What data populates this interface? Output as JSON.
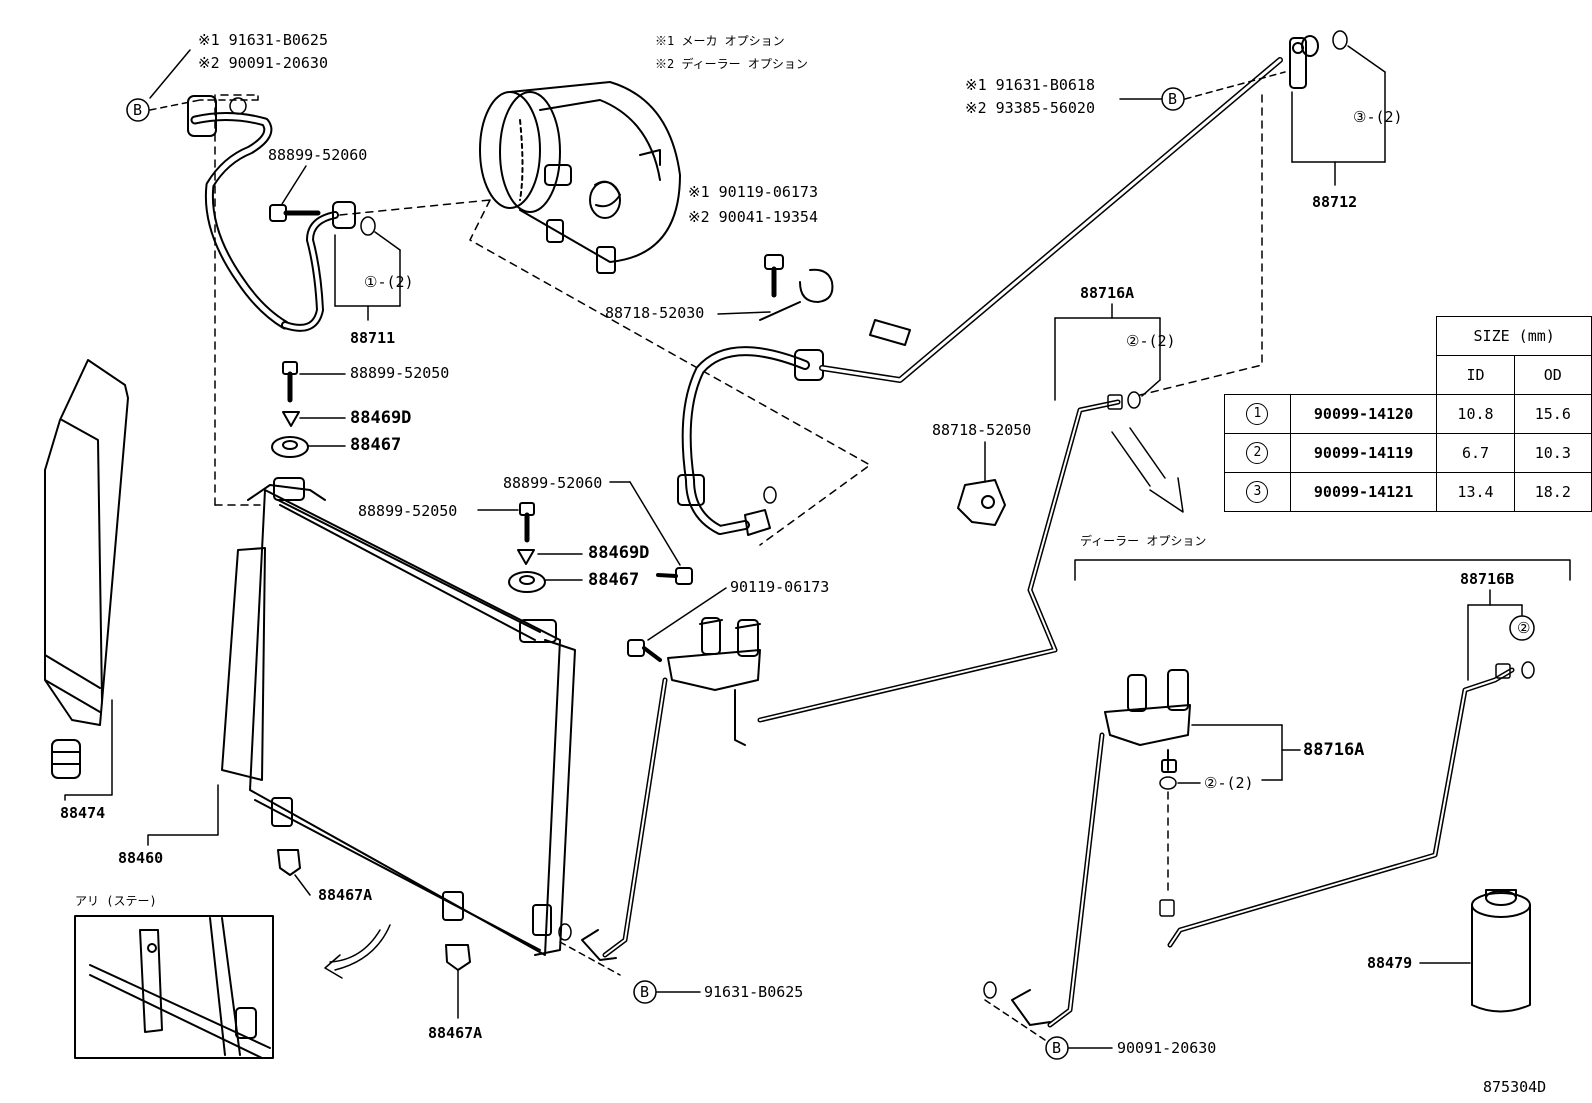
{
  "notes": {
    "legend1": "※1 メーカ オプション",
    "legend2": "※2 ディーラー オプション",
    "dealer_option": "ディーラー オプション",
    "inset_title": "アリ (ステー)",
    "diagram_id": "875304D"
  },
  "callouts": {
    "b_top_left_1": "※1 91631-B0625",
    "b_top_left_2": "※2 90091-20630",
    "b_top_right_1": "※1 91631-B0618",
    "b_top_right_2": "※2 93385-56020",
    "compressor_1": "※1 90119-06173",
    "compressor_2": "※2 90041-19354",
    "b_bottom_mid": "91631-B0625",
    "b_bottom_right": "90091-20630",
    "b_symbol": "B"
  },
  "parts": {
    "p88899_52060_a": "88899-52060",
    "p88711": "88711",
    "ring1_label": "①-(2)",
    "p88718_52030": "88718-52030",
    "p88899_52050_a": "88899-52050",
    "p88469D_a": "88469D",
    "p88467_a": "88467",
    "p88899_52050_b": "88899-52050",
    "p88899_52060_b": "88899-52060",
    "p88469D_b": "88469D",
    "p88467_b": "88467",
    "p90119_06173": "90119-06173",
    "p88474": "88474",
    "p88460": "88460",
    "p88467A_a": "88467A",
    "p88467A_b": "88467A",
    "p88712": "88712",
    "ring3_label": "③-(2)",
    "p88716A_top": "88716A",
    "ring2_label_a": "②-(2)",
    "p88718_52050": "88718-52050",
    "p88716B": "88716B",
    "ring2_single": "②",
    "p88716A_bottom": "88716A",
    "ring2_label_b": "②-(2)",
    "p88479": "88479"
  },
  "size_table": {
    "header": "SIZE (mm)",
    "col_id": "ID",
    "col_od": "OD",
    "rows": [
      {
        "ref": "1",
        "part": "90099-14120",
        "id": "10.8",
        "od": "15.6"
      },
      {
        "ref": "2",
        "part": "90099-14119",
        "id": "6.7",
        "od": "10.3"
      },
      {
        "ref": "3",
        "part": "90099-14121",
        "id": "13.4",
        "od": "18.2"
      }
    ]
  }
}
